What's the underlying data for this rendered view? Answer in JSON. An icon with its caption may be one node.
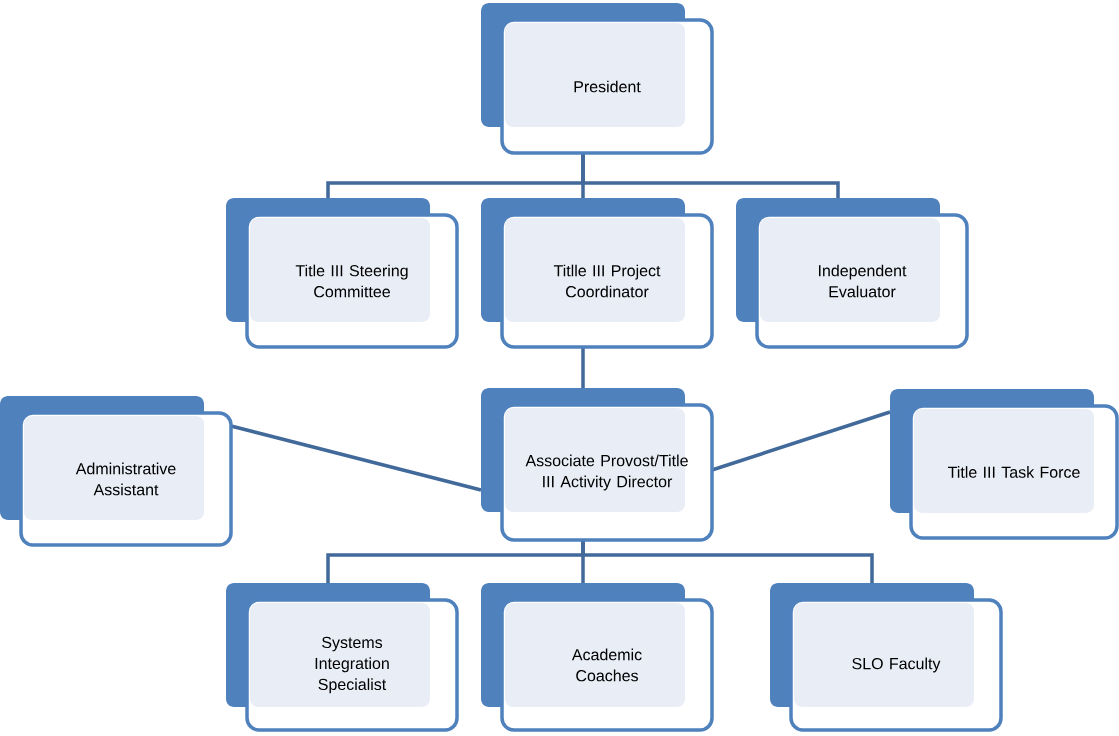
{
  "diagram": {
    "nodes": [
      {
        "text": [
          "President"
        ]
      },
      {
        "text": [
          "Title III Steering Committee"
        ]
      },
      {
        "text": [
          "Titlle III Project Coordinator"
        ]
      },
      {
        "text": [
          "Independent Evaluator"
        ]
      },
      {
        "text": [
          "Administrative Assistant"
        ]
      },
      {
        "text": [
          "Associate Provost/Title III Activity Director"
        ]
      },
      {
        "text": [
          "Title III Task Force"
        ]
      },
      {
        "text": [
          "Systems Integration Specialist"
        ]
      },
      {
        "text": [
          "Academic Coaches"
        ]
      },
      {
        "text": [
          "SLO Faculty"
        ]
      }
    ],
    "edges": [
      {
        "from": 0,
        "to": 1,
        "arrow": "none"
      },
      {
        "from": 0,
        "to": 2,
        "arrow": "none"
      },
      {
        "from": 0,
        "to": 3,
        "arrow": "none"
      },
      {
        "from": 2,
        "to": 5,
        "arrow": "none"
      },
      {
        "from": 5,
        "to": 4,
        "arrow": "none"
      },
      {
        "from": 5,
        "to": 6,
        "arrow": "none"
      },
      {
        "from": 5,
        "to": 7,
        "arrow": "none"
      },
      {
        "from": 5,
        "to": 8,
        "arrow": "none"
      },
      {
        "from": 5,
        "to": 9,
        "arrow": "none"
      }
    ]
  }
}
